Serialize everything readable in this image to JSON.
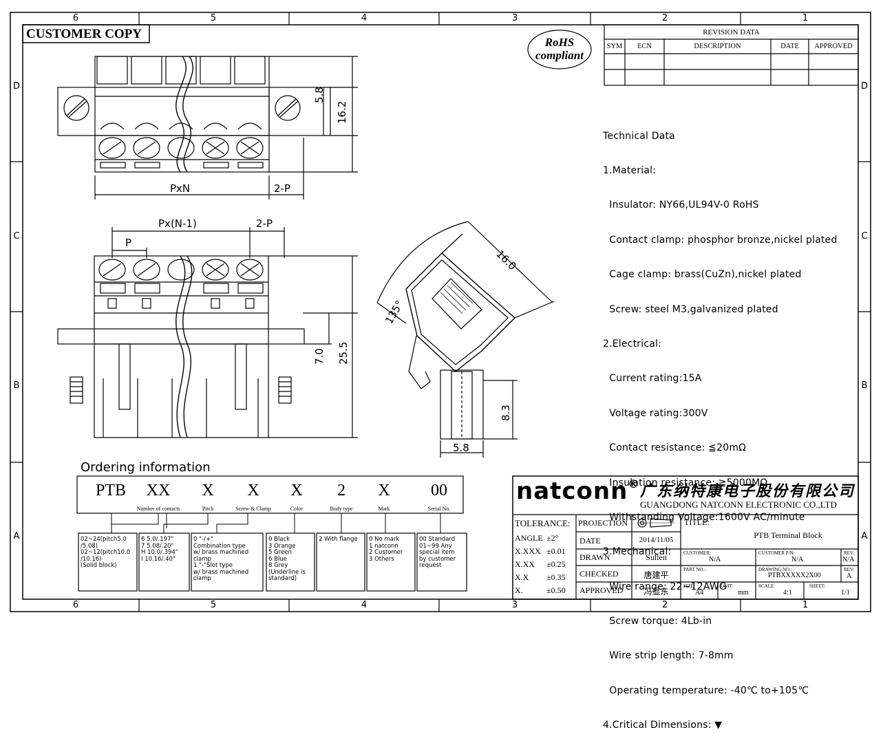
{
  "frame": {
    "top_zones": [
      "6",
      "5",
      "4",
      "3",
      "2",
      "1"
    ],
    "bottom_zones": [
      "6",
      "5",
      "4",
      "3",
      "2",
      "1"
    ],
    "left_zones": [
      "D",
      "C",
      "B",
      "A"
    ],
    "right_zones": [
      "D",
      "C",
      "B",
      "A"
    ]
  },
  "stamp": "CUSTOMER COPY",
  "rohs": {
    "line1": "RoHS",
    "line2": "compliant"
  },
  "revision": {
    "title": "REVISION DATA",
    "columns": [
      "SYM",
      "ECN",
      "DESCRIPTION",
      "DATE",
      "APPROVED"
    ]
  },
  "dims": {
    "pxn": "PxN",
    "two_p_top": "2-P",
    "d58_top": "5.8",
    "d162": "16.2",
    "pxn1": "Px(N-1)",
    "p": "P",
    "two_p_mid": "2-P",
    "d70": "7.0",
    "d255": "25.5",
    "d160": "16.0",
    "a135": "135°",
    "d83": "8.3",
    "d58_side": "5.8"
  },
  "technical": [
    "Technical Data",
    "1.Material:",
    "  Insulator: NY66,UL94V-0 RoHS",
    "  Contact clamp: phosphor bronze,nickel plated",
    "  Cage clamp: brass(CuZn),nickel plated",
    "  Screw: steel M3,galvanized plated",
    "2.Electrical:",
    "  Current rating:15A",
    "  Voltage rating:300V",
    "  Contact resistance: ≦20mΩ",
    "  Insulation resistance: ≧5000MΩ",
    "  Withstanding Voltage:1600V AC/minute",
    "3.Mechanical:",
    "  Wire range: 22~12AWG",
    "  Screw torque: 4Lb-in",
    "  Wire strip length: 7-8mm",
    "  Operating temperature: -40℃ to+105℃",
    "4.Critical Dimensions: ▼"
  ],
  "ordering": {
    "title": "Ordering information",
    "codes": [
      {
        "code": "PTB",
        "label": ""
      },
      {
        "code": "XX",
        "label": "Number of contacts"
      },
      {
        "code": "X",
        "label": "Pitch"
      },
      {
        "code": "X",
        "label": "Screw & Clamp"
      },
      {
        "code": "X",
        "label": "Color"
      },
      {
        "code": "2",
        "label": "Body type"
      },
      {
        "code": "X",
        "label": "Mark"
      },
      {
        "code": "00",
        "label": "Serial No."
      }
    ],
    "boxes": [
      "02~24(pitch5.0\n/5.08)\n02~12(pitch10.0\n/10.16)\n(Solid block)",
      "6 5.0/.197\"\n7 5.08/.20\"\nH 10.0/.394\"\nI 10.16/.40\"",
      "0 \"-/+\"\nCombination type\nw/ brass machined\nclamp\n1 \"-\"Slot type\nw/ brass machined\nclamp",
      "0 Black\n3 Orange\n5 Green\n6 Blue\n8 Grey\n(Underline is\nstandard)",
      "2 With flange",
      "0 No mark\n1 natconn\n2 Customer\n3 Others",
      "00 Standard\n01~99 Any\nspecial item\nby customer\nrequest"
    ]
  },
  "company": {
    "brand": "natconn",
    "reg": "®",
    "chinese": "广东纳特康电子股份有限公司",
    "english": "GUANGDONG NATCONN ELECTRONIC CO.,LTD"
  },
  "tolerance": {
    "title": "TOLERANCE:",
    "rows": [
      [
        "ANGLE",
        "±2°"
      ],
      [
        "X.XXX",
        "±0.01"
      ],
      [
        "X.XX",
        "±0.25"
      ],
      [
        "X.X",
        "±0.35"
      ],
      [
        "X.",
        "±0.50"
      ]
    ]
  },
  "titleblock": {
    "projection": "PROJECTION",
    "date_label": "DATE",
    "date": "2014/11/05",
    "drawn_label": "DRAWN",
    "drawn": "Sullen",
    "checked_label": "CHECKED",
    "checked": "唐建平",
    "approved_label": "APPROVED",
    "approved": "冯显东",
    "title_label": "TITLE:",
    "title": "PTB  Terminal Block",
    "customer_label": "CUSTOMER:",
    "customer": "N/A",
    "customer_pn_label": "CUSTOMER P/N:",
    "customer_pn": "N/A",
    "rev_label": "REV:",
    "rev1": "N/A",
    "rev2": "A",
    "part_label": "PART NO.:",
    "drawing_label": "DRAWING NO.:",
    "drawing": "PTBXXXXX2X00",
    "size_label": "SIZE:",
    "size": "A4",
    "unit_label": "UNIT:",
    "unit": "mm",
    "scale_label": "SCALE:",
    "scale": "4:1",
    "sheet_label": "SHEET:",
    "sheet": "1/1"
  }
}
